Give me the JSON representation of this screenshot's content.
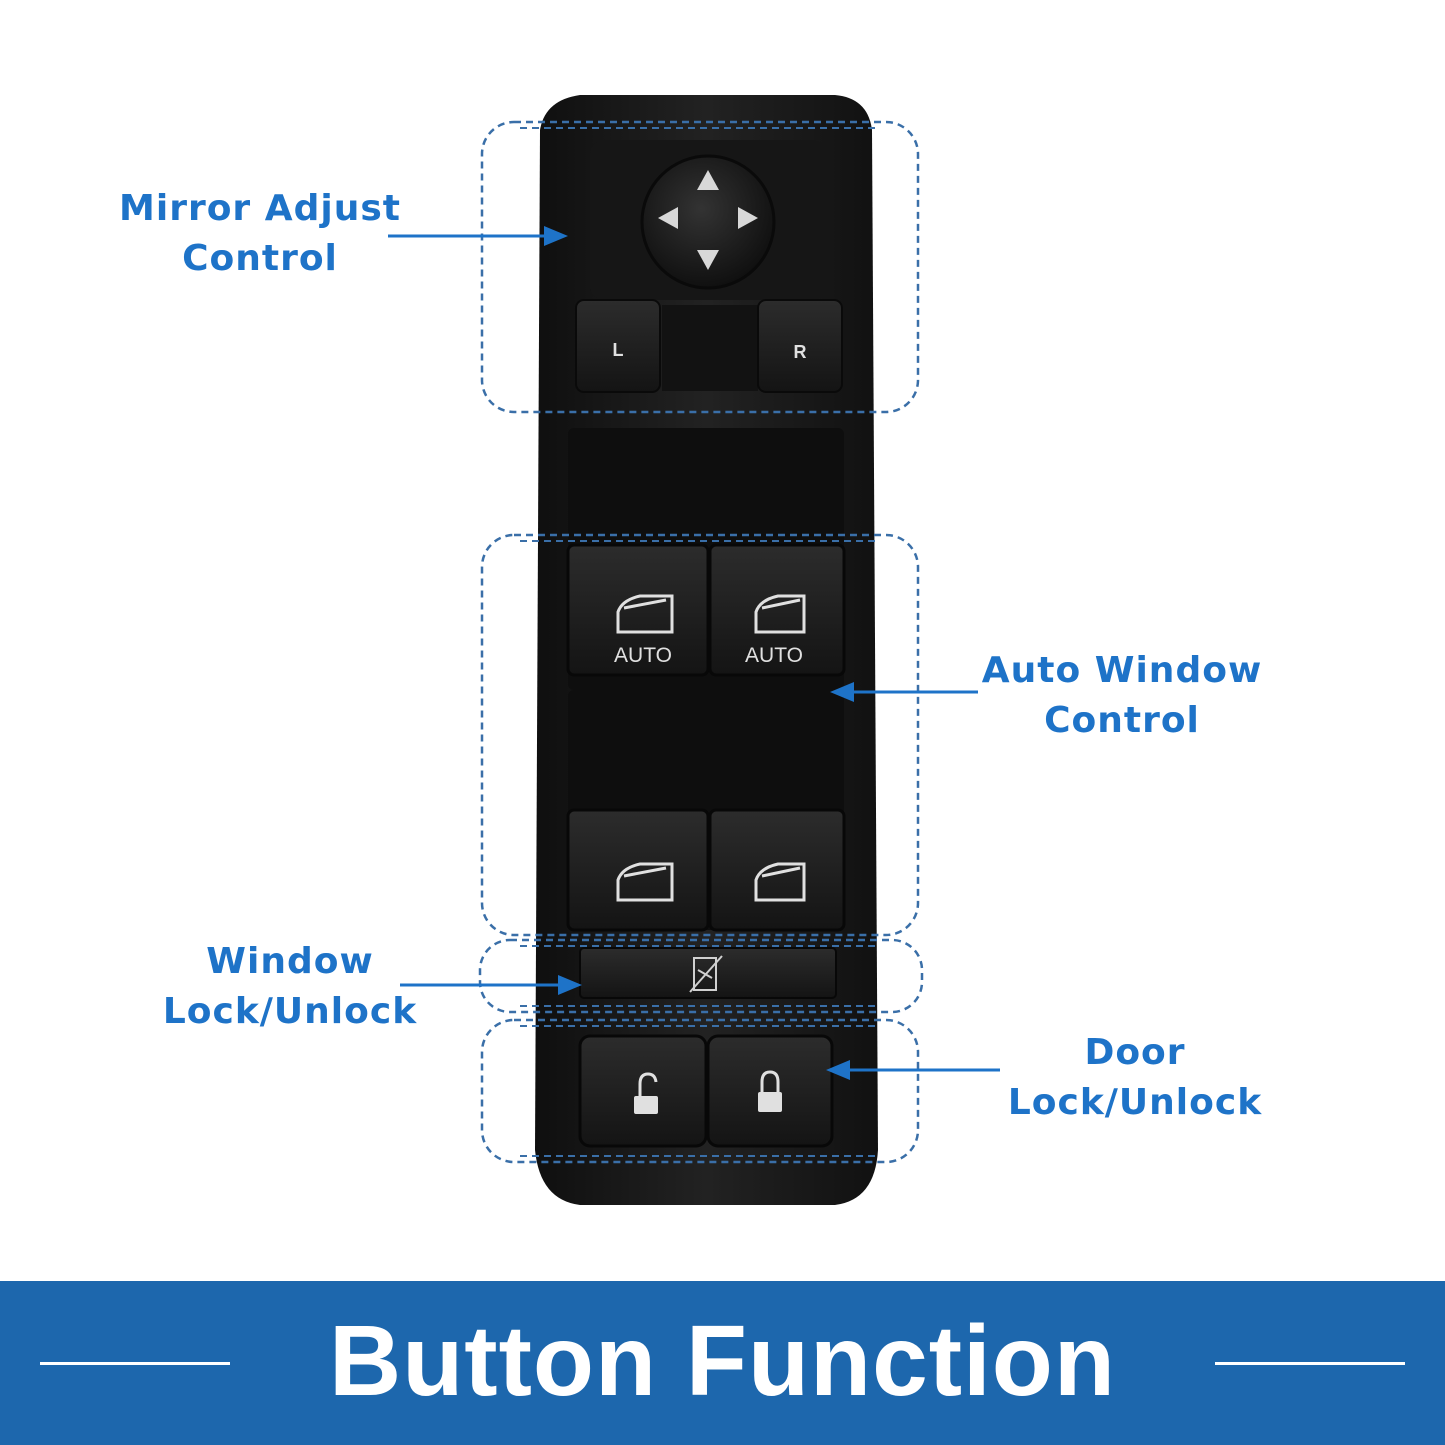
{
  "callouts": {
    "mirror": {
      "line1": "Mirror Adjust",
      "line2": "Control"
    },
    "auto_window": {
      "line1": "Auto Window",
      "line2": "Control"
    },
    "window_lock": {
      "line1": "Window",
      "line2": "Lock/Unlock"
    },
    "door_lock": {
      "line1": "Door",
      "line2": "Lock/Unlock"
    }
  },
  "buttons": {
    "mirror_left": "L",
    "mirror_right": "R",
    "auto_label": "AUTO"
  },
  "banner": {
    "title": "Button Function"
  },
  "colors": {
    "accent": "#1e73c8",
    "banner": "#1d67ad",
    "panel": "#1c1c1c",
    "dashes": "#3a6fa8"
  },
  "icons": [
    "triangle-up-icon",
    "triangle-down-icon",
    "triangle-left-icon",
    "triangle-right-icon",
    "car-window-icon",
    "window-lock-icon",
    "unlocked-padlock-icon",
    "locked-padlock-icon"
  ]
}
